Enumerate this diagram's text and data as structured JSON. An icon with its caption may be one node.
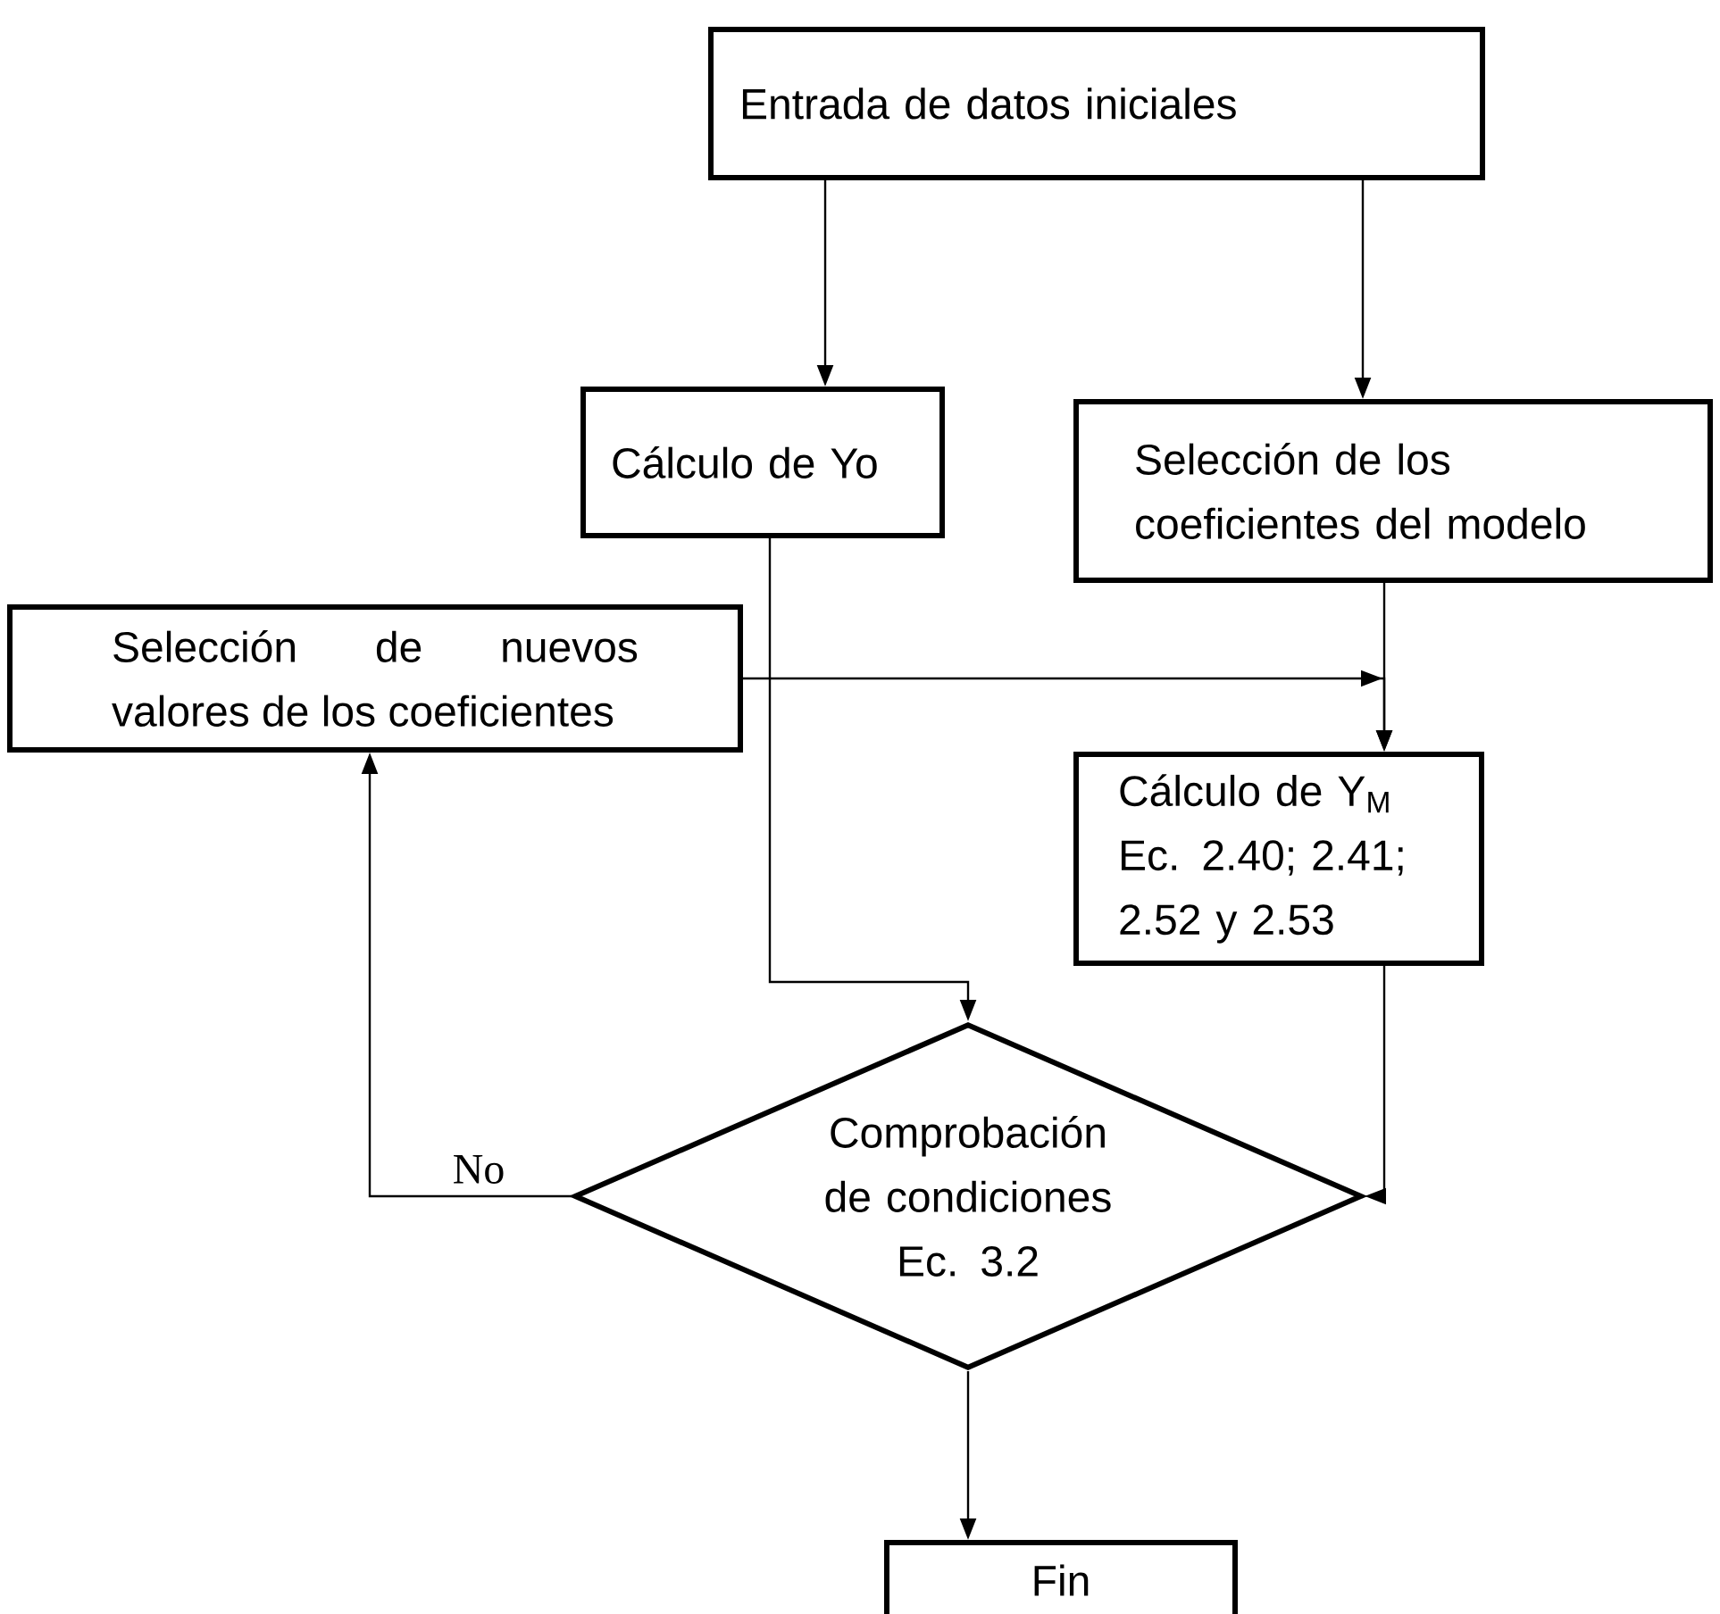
{
  "diagram": {
    "nodes": [
      {
        "text": [
          "Entrada de datos iniciales"
        ]
      },
      {
        "text": [
          "Cálculo de Yo"
        ]
      },
      {
        "text": [
          "Selección de los coeficientes del modelo"
        ]
      },
      {
        "text": [
          "Selección de nuevos valores de los coeficientes"
        ]
      },
      {
        "text": [
          "Cálculo de Y$_{M}$",
          "Ec. 2.40; 2.41; 2.52 y 2.53"
        ]
      },
      {
        "text": [
          "Comprobación de condiciones Ec. 3.2"
        ]
      },
      {
        "text": [
          "Fin"
        ]
      }
    ],
    "edges": [
      {
        "from": 0,
        "to": 1,
        "arrow": "to"
      },
      {
        "from": 0,
        "to": 2,
        "arrow": "to"
      },
      {
        "from": 1,
        "to": 5,
        "arrow": "to"
      },
      {
        "from": 2,
        "to": 4,
        "arrow": "to"
      },
      {
        "from": 3,
        "to": 4,
        "arrow": "to"
      },
      {
        "from": 4,
        "to": 5,
        "arrow": "to"
      },
      {
        "from": 5,
        "to": 3,
        "arrow": "to",
        "label": "No"
      },
      {
        "from": 5,
        "to": 6,
        "arrow": "to"
      }
    ]
  }
}
